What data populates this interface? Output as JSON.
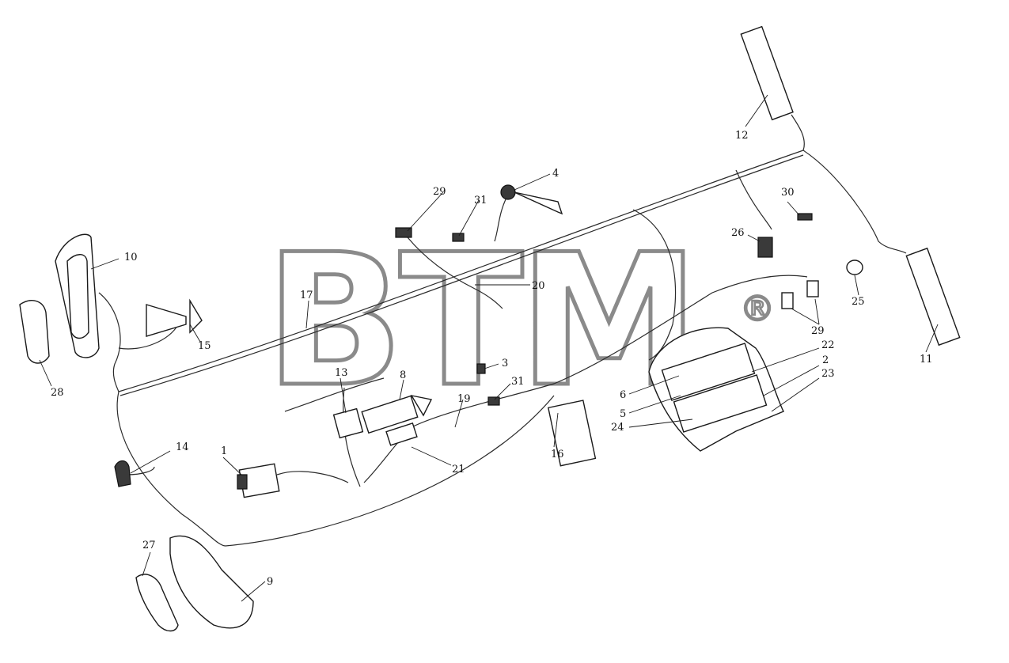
{
  "watermark": {
    "text": "BTM",
    "registered_mark": "®"
  },
  "callouts": {
    "c1": "1",
    "c2": "2",
    "c3": "3",
    "c4": "4",
    "c5": "5",
    "c6": "6",
    "c8": "8",
    "c9": "9",
    "c10": "10",
    "c11": "11",
    "c12": "12",
    "c13": "13",
    "c14": "14",
    "c15": "15",
    "c16": "16",
    "c17": "17",
    "c19": "19",
    "c20": "20",
    "c21": "21",
    "c22": "22",
    "c23": "23",
    "c24": "24",
    "c25": "25",
    "c26": "26",
    "c27": "27",
    "c28": "28",
    "c29a": "29",
    "c29b": "29",
    "c30": "30",
    "c31a": "31",
    "c31b": "31"
  }
}
